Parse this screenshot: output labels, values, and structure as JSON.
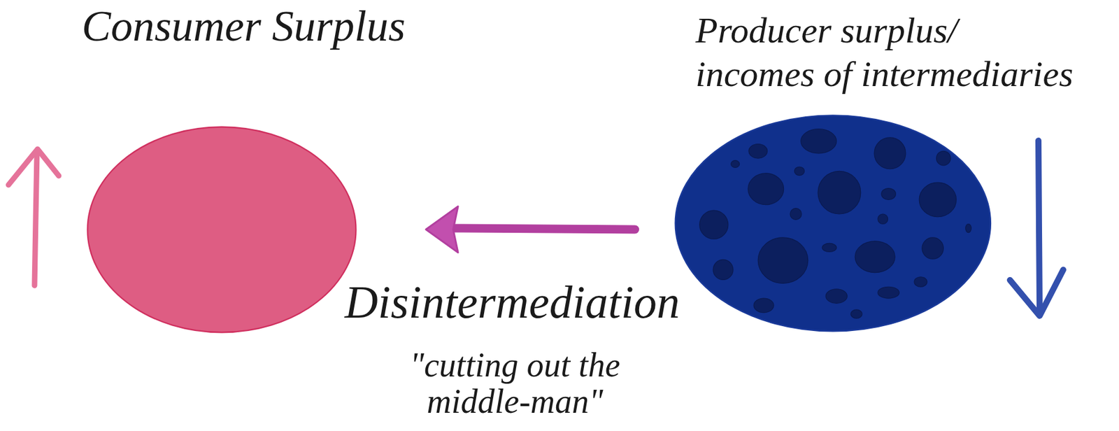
{
  "diagram": {
    "nodes": [
      {
        "text": [
          "Consumer Surplus"
        ]
      },
      {
        "text": [
          "Producer surplus/ incomes of intermediaries"
        ]
      }
    ],
    "edges": [
      {
        "from": 1,
        "to": 0,
        "arrow": "to",
        "label": "Disintermediation"
      }
    ],
    "labels": [
      "\"cutting out the middle-man\""
    ]
  }
}
